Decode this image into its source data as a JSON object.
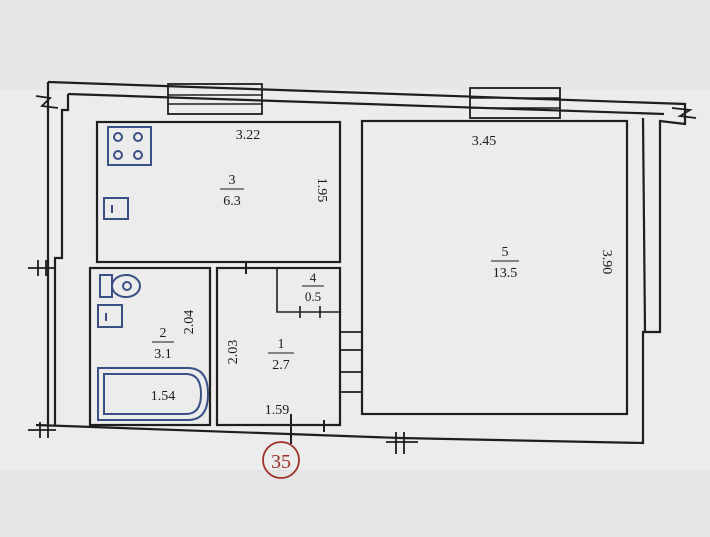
{
  "rooms": [
    {
      "number": "3",
      "area": "6.3",
      "width": "3.22",
      "height": "1.95"
    },
    {
      "number": "5",
      "area": "13.5",
      "width": "3.45",
      "height": "3.90"
    },
    {
      "number": "2",
      "area": "3.1",
      "height": "2.04",
      "bath_length": "1.54"
    },
    {
      "number": "1",
      "area": "2.7",
      "height": "2.03",
      "width": "1.59"
    },
    {
      "number": "4",
      "area": "0.5"
    }
  ],
  "apartment_number": "35",
  "colors": {
    "stamp": "#a0302a",
    "fixtures": "#3a4f86",
    "walls": "#1e1e1e",
    "paper": "#ececec"
  }
}
